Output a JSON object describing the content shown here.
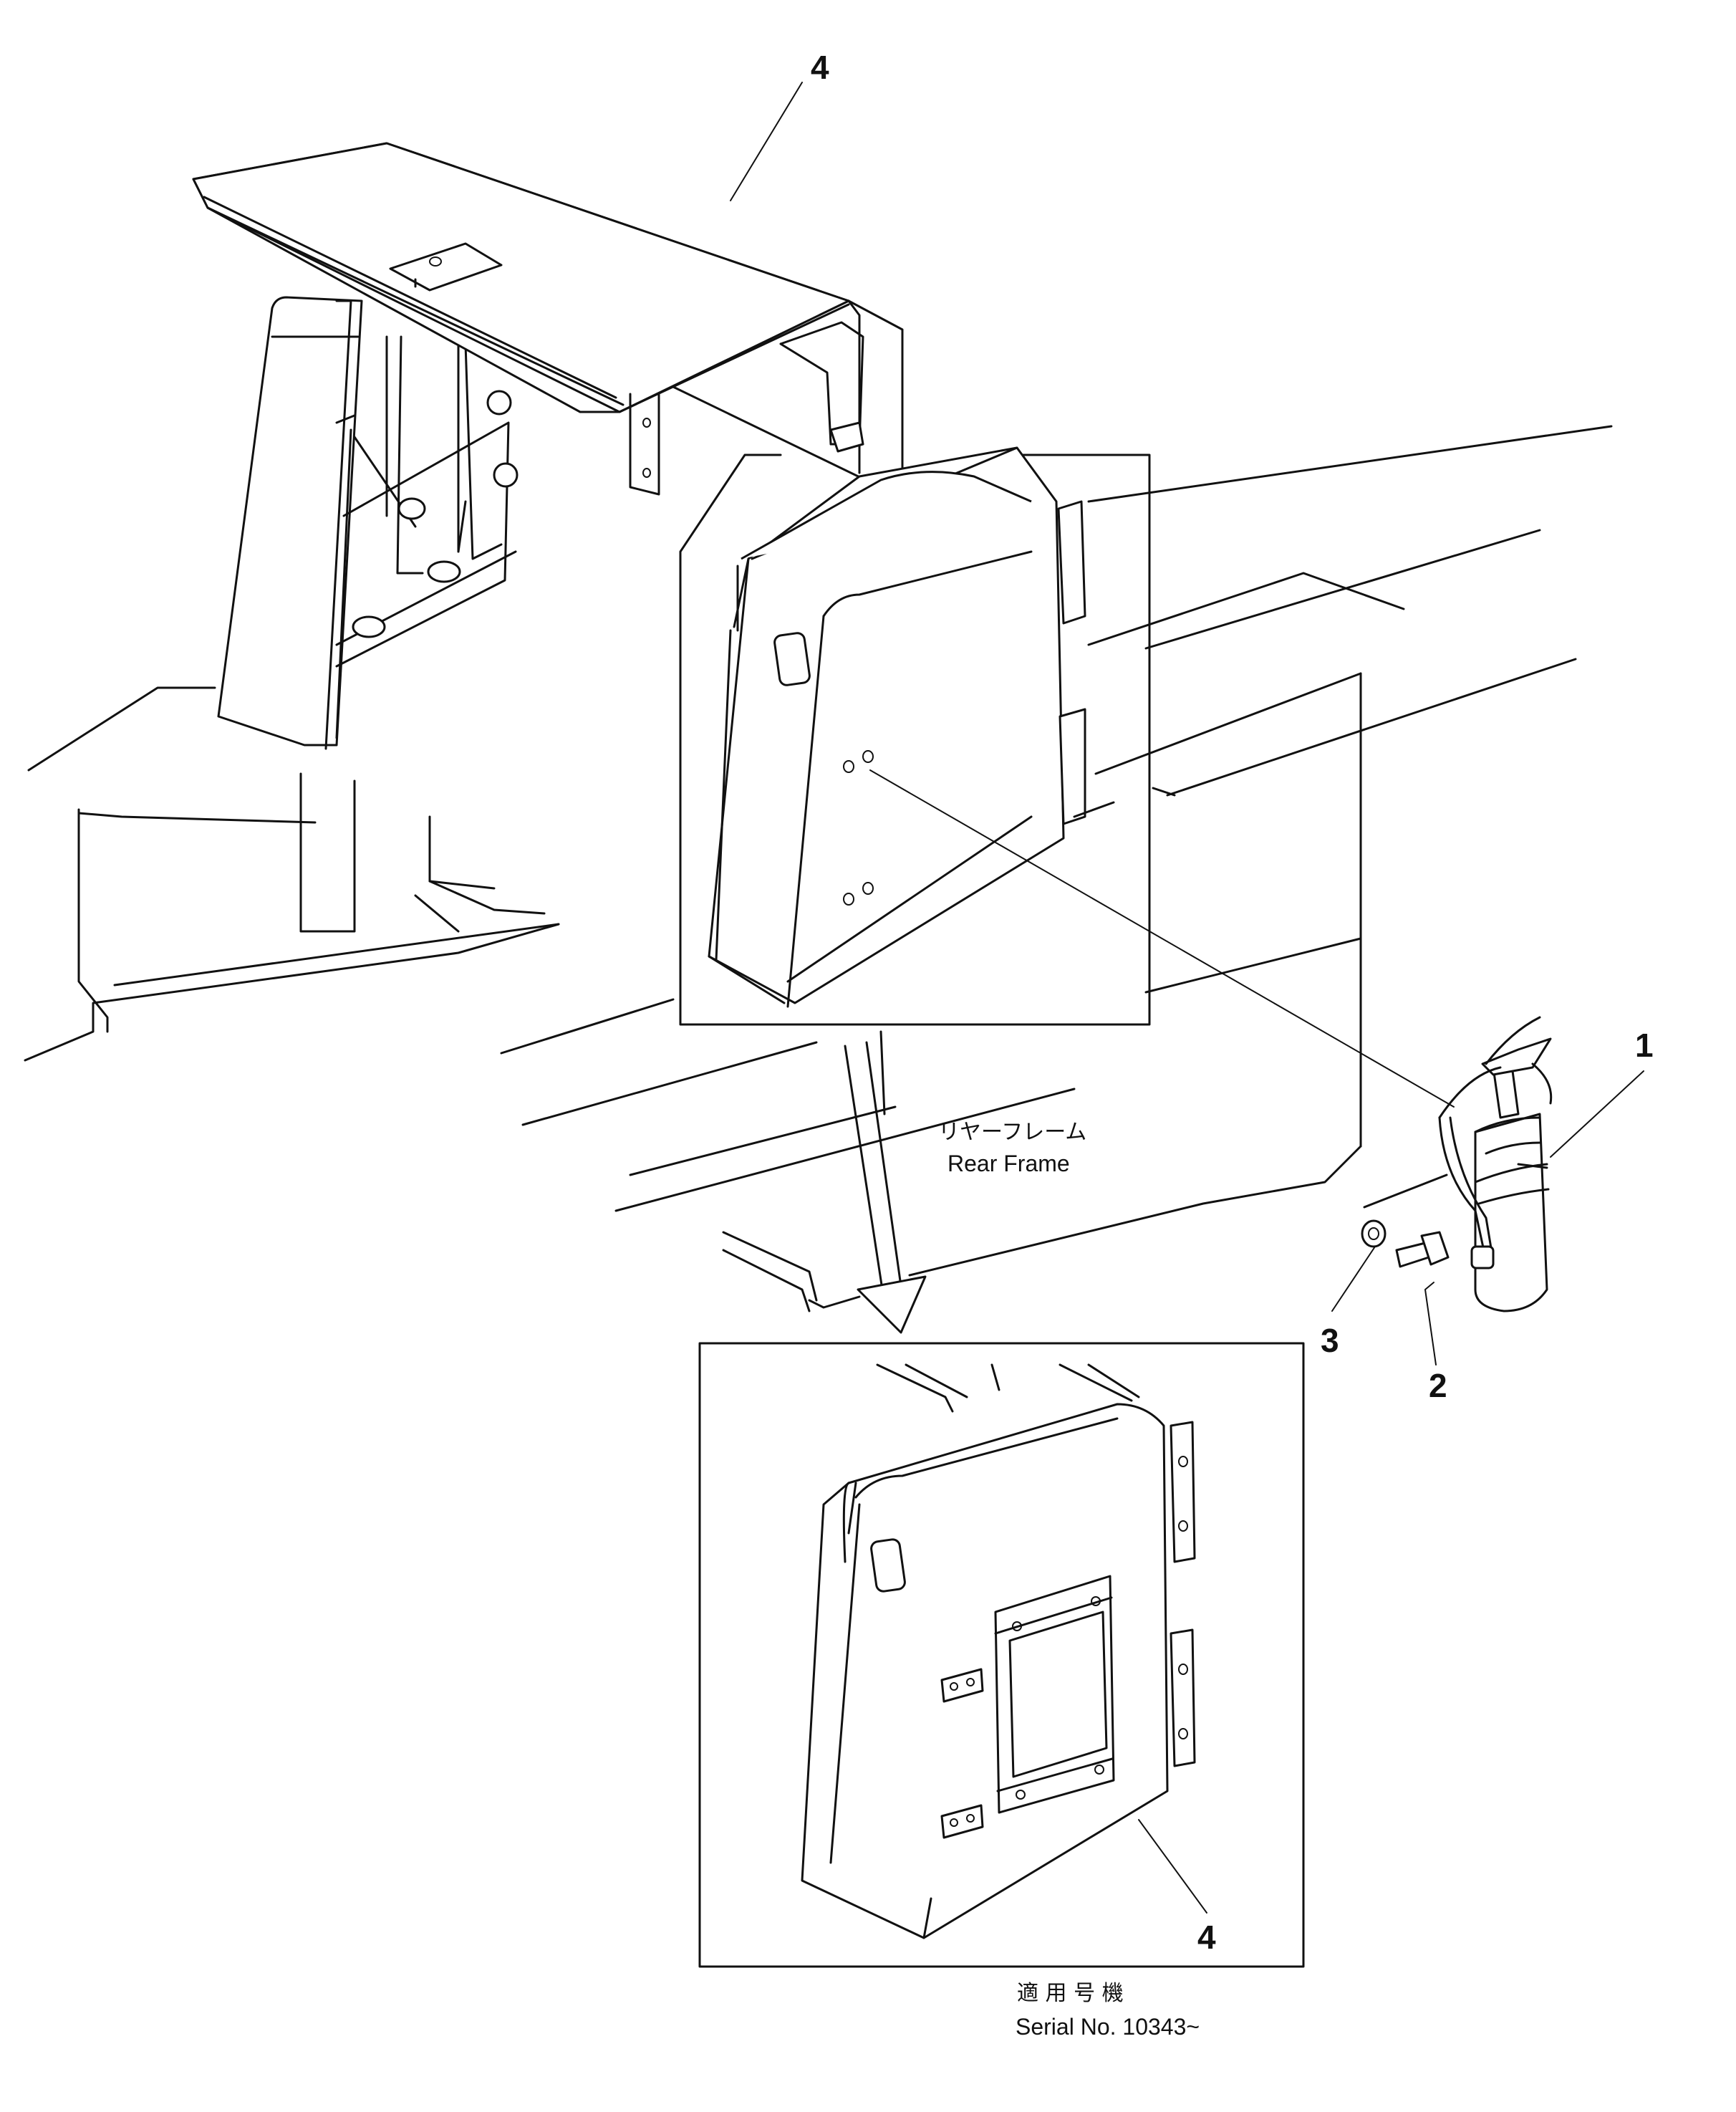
{
  "callouts": {
    "item1": "1",
    "item2": "2",
    "item3": "3",
    "item4_top": "4",
    "item4_detail": "4"
  },
  "labels": {
    "rear_frame_jp": "リヤーフレーム",
    "rear_frame_en": "Rear Frame",
    "serial_jp": "適 用 号 機",
    "serial_en": "Serial No. 10343~"
  },
  "colors": {
    "line": "#111111",
    "background": "#ffffff"
  }
}
